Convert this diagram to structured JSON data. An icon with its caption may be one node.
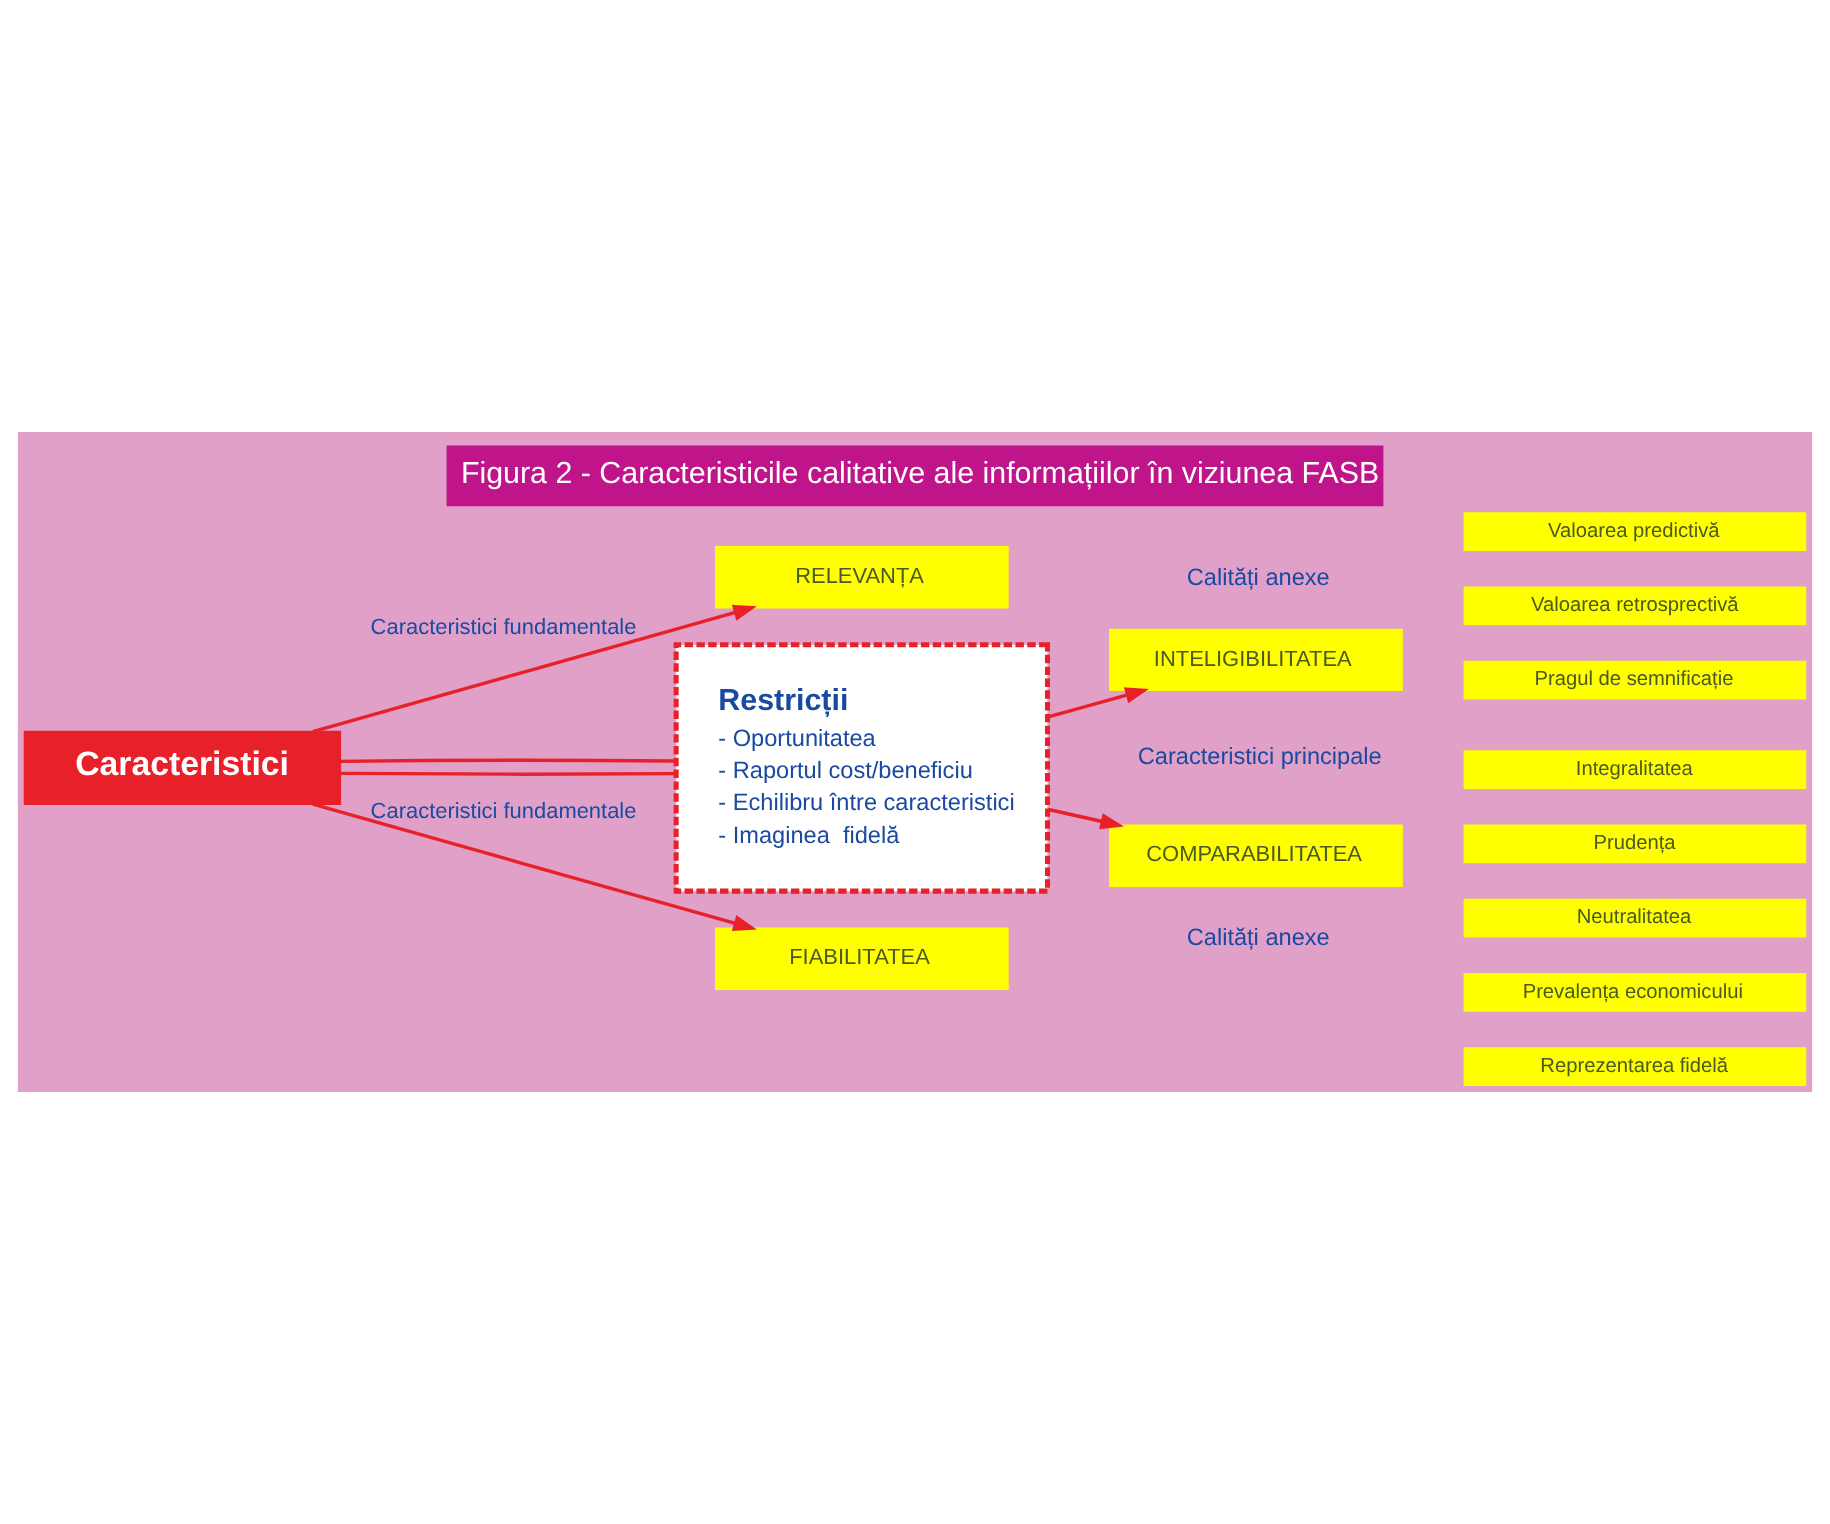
{
  "diagram": {
    "title": "Figura 2 - Caracteristicile calitative ale informațiilor în viziunea FASB",
    "nodes": [
      {
        "text": [
          "Caracteristici"
        ]
      },
      {
        "text": [
          "RELEVANȚA"
        ]
      },
      {
        "text": [
          "Restricții",
          "- Oportunitatea",
          "- Raportul cost/beneficiu",
          "- Echilibru între caracteristici",
          "- Imaginea  fidelă"
        ]
      },
      {
        "text": [
          "INTELIGIBILITATEA"
        ]
      },
      {
        "text": [
          "COMPARABILITATEA"
        ]
      },
      {
        "text": [
          "FIABILITATEA"
        ]
      },
      {
        "text": [
          "Valoarea predictivă"
        ]
      },
      {
        "text": [
          "Valoarea retrosprectivă"
        ]
      },
      {
        "text": [
          "Pragul de semnificație"
        ]
      },
      {
        "text": [
          "Integralitatea"
        ]
      },
      {
        "text": [
          "Prudența"
        ]
      },
      {
        "text": [
          "Neutralitatea"
        ]
      },
      {
        "text": [
          "Prevalența economicului"
        ]
      },
      {
        "text": [
          "Reprezentarea fidelă"
        ]
      }
    ],
    "edges": [
      {
        "from": 0,
        "to": 1,
        "arrow": "to",
        "label": "Caracteristici fundamentale"
      },
      {
        "from": 0,
        "to": 2,
        "arrow": "none"
      },
      {
        "from": 0,
        "to": 2,
        "arrow": "none"
      },
      {
        "from": 2,
        "to": 3,
        "arrow": "to"
      },
      {
        "from": 2,
        "to": 4,
        "arrow": "to"
      },
      {
        "from": 0,
        "to": 5,
        "arrow": "to",
        "label": "Caracteristici fundamentale"
      }
    ],
    "labels": [
      "Calități anexe",
      "Caracteristici principale",
      "Calități anexe"
    ]
  }
}
